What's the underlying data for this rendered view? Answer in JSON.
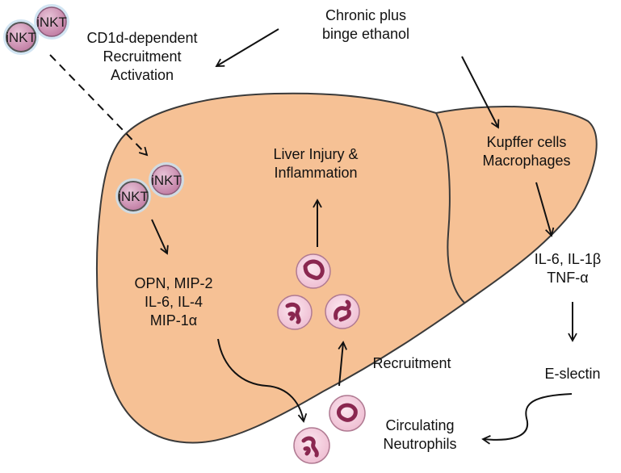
{
  "colors": {
    "liver_fill": "#f6c195",
    "liver_stroke": "#3a3a3a",
    "inkt_fill": "#d19ab8",
    "inkt_halo": "#c9dff0",
    "neutrophil_fill": "#f6d4e2",
    "neutrophil_nucleus": "#8a2750",
    "arrow": "#111111"
  },
  "cells": {
    "inkt_label": "iNKT"
  },
  "labels": {
    "cd1d": [
      "CD1d-dependent",
      "Recruitment",
      "Activation"
    ],
    "chronic": [
      "Chronic plus",
      "binge ethanol"
    ],
    "liver_injury": [
      "Liver Injury &",
      "Inflammation"
    ],
    "kupffer": [
      "Kupffer cells",
      "Macrophages"
    ],
    "cytokines_left": [
      "OPN, MIP-2",
      "IL-6, IL-4",
      "MIP-1α"
    ],
    "cytokines_right": [
      "IL-6, IL-1β",
      "TNF-α"
    ],
    "eselectin": "E-slectin",
    "recruitment": "Recruitment",
    "circulating": [
      "Circulating",
      "Neutrophils"
    ]
  }
}
